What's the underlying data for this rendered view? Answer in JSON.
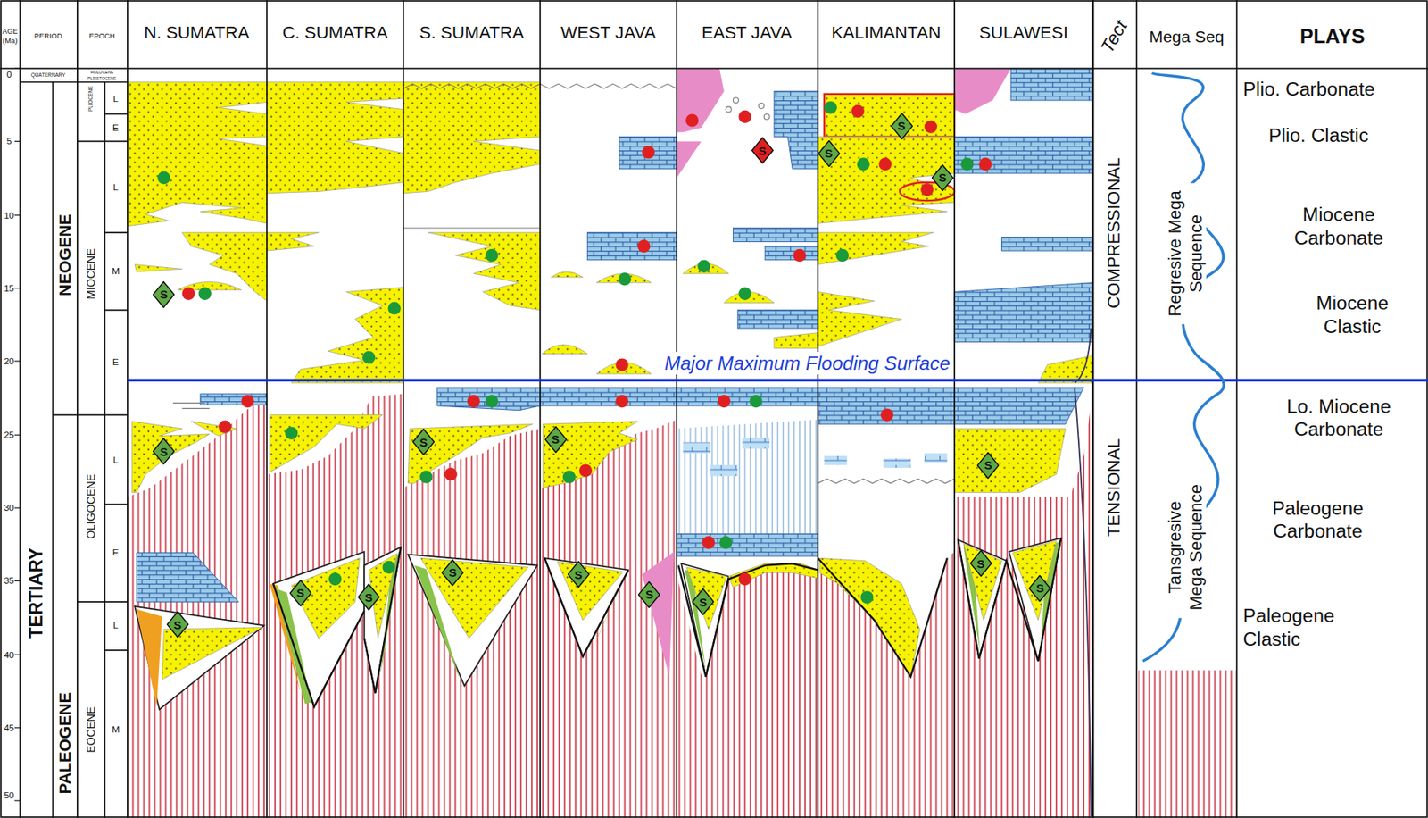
{
  "diagram": {
    "nodes": [
      {
        "text": [
          "S"
        ]
      },
      {
        "text": [
          "S"
        ]
      },
      {
        "text": [
          "S"
        ]
      },
      {
        "text": [
          "S"
        ]
      },
      {
        "text": [
          "S"
        ]
      },
      {
        "text": [
          "S"
        ]
      },
      {
        "text": [
          "S"
        ]
      },
      {
        "text": [
          "S"
        ]
      },
      {
        "text": [
          "S"
        ]
      },
      {
        "text": [
          "S"
        ]
      },
      {
        "text": [
          "S"
        ]
      },
      {
        "text": [
          "S"
        ]
      },
      {
        "text": [
          "S"
        ]
      },
      {
        "text": [
          "S"
        ]
      },
      {
        "text": [
          "S"
        ]
      },
      {
        "text": [
          "S"
        ]
      },
      {
        "text": [
          "S"
        ]
      },
      {
        "text": [
          "S"
        ]
      }
    ],
    "labels": [
      "AGE (Ma)",
      "PERIOD",
      "EPOCH",
      "N. SUMATRA",
      "C. SUMATRA",
      "S. SUMATRA",
      "WEST JAVA",
      "EAST JAVA",
      "KALIMANTAN",
      "SULAWESI",
      "Tect",
      "Mega Seq",
      "PLAYS",
      "QUATERNARY",
      "TERTIARY",
      "NEOGENE",
      "PALEOGENE",
      "HOLOCENE",
      "PLEISTOCENE",
      "PLIOCENE",
      "L",
      "E",
      "MIOCENE",
      "L",
      "M",
      "E",
      "OLIGOCENE",
      "L",
      "E",
      "EOCENE",
      "L",
      "M",
      "0",
      "5",
      "10",
      "15",
      "20",
      "25",
      "30",
      "35",
      "40",
      "45",
      "50",
      "Major Maximum Flooding Surface",
      "COMPRESSIONAL",
      "TENSIONAL",
      "Regresive Mega Sequence",
      "Tansgresive Mega Sequence",
      "Plio. Carbonate",
      "Plio. Clastic",
      "Miocene Carbonate",
      "Miocene Clastic",
      "Lo. Miocene Carbonate",
      "Paleogene Carbonate",
      "Paleogene Clastic"
    ]
  }
}
